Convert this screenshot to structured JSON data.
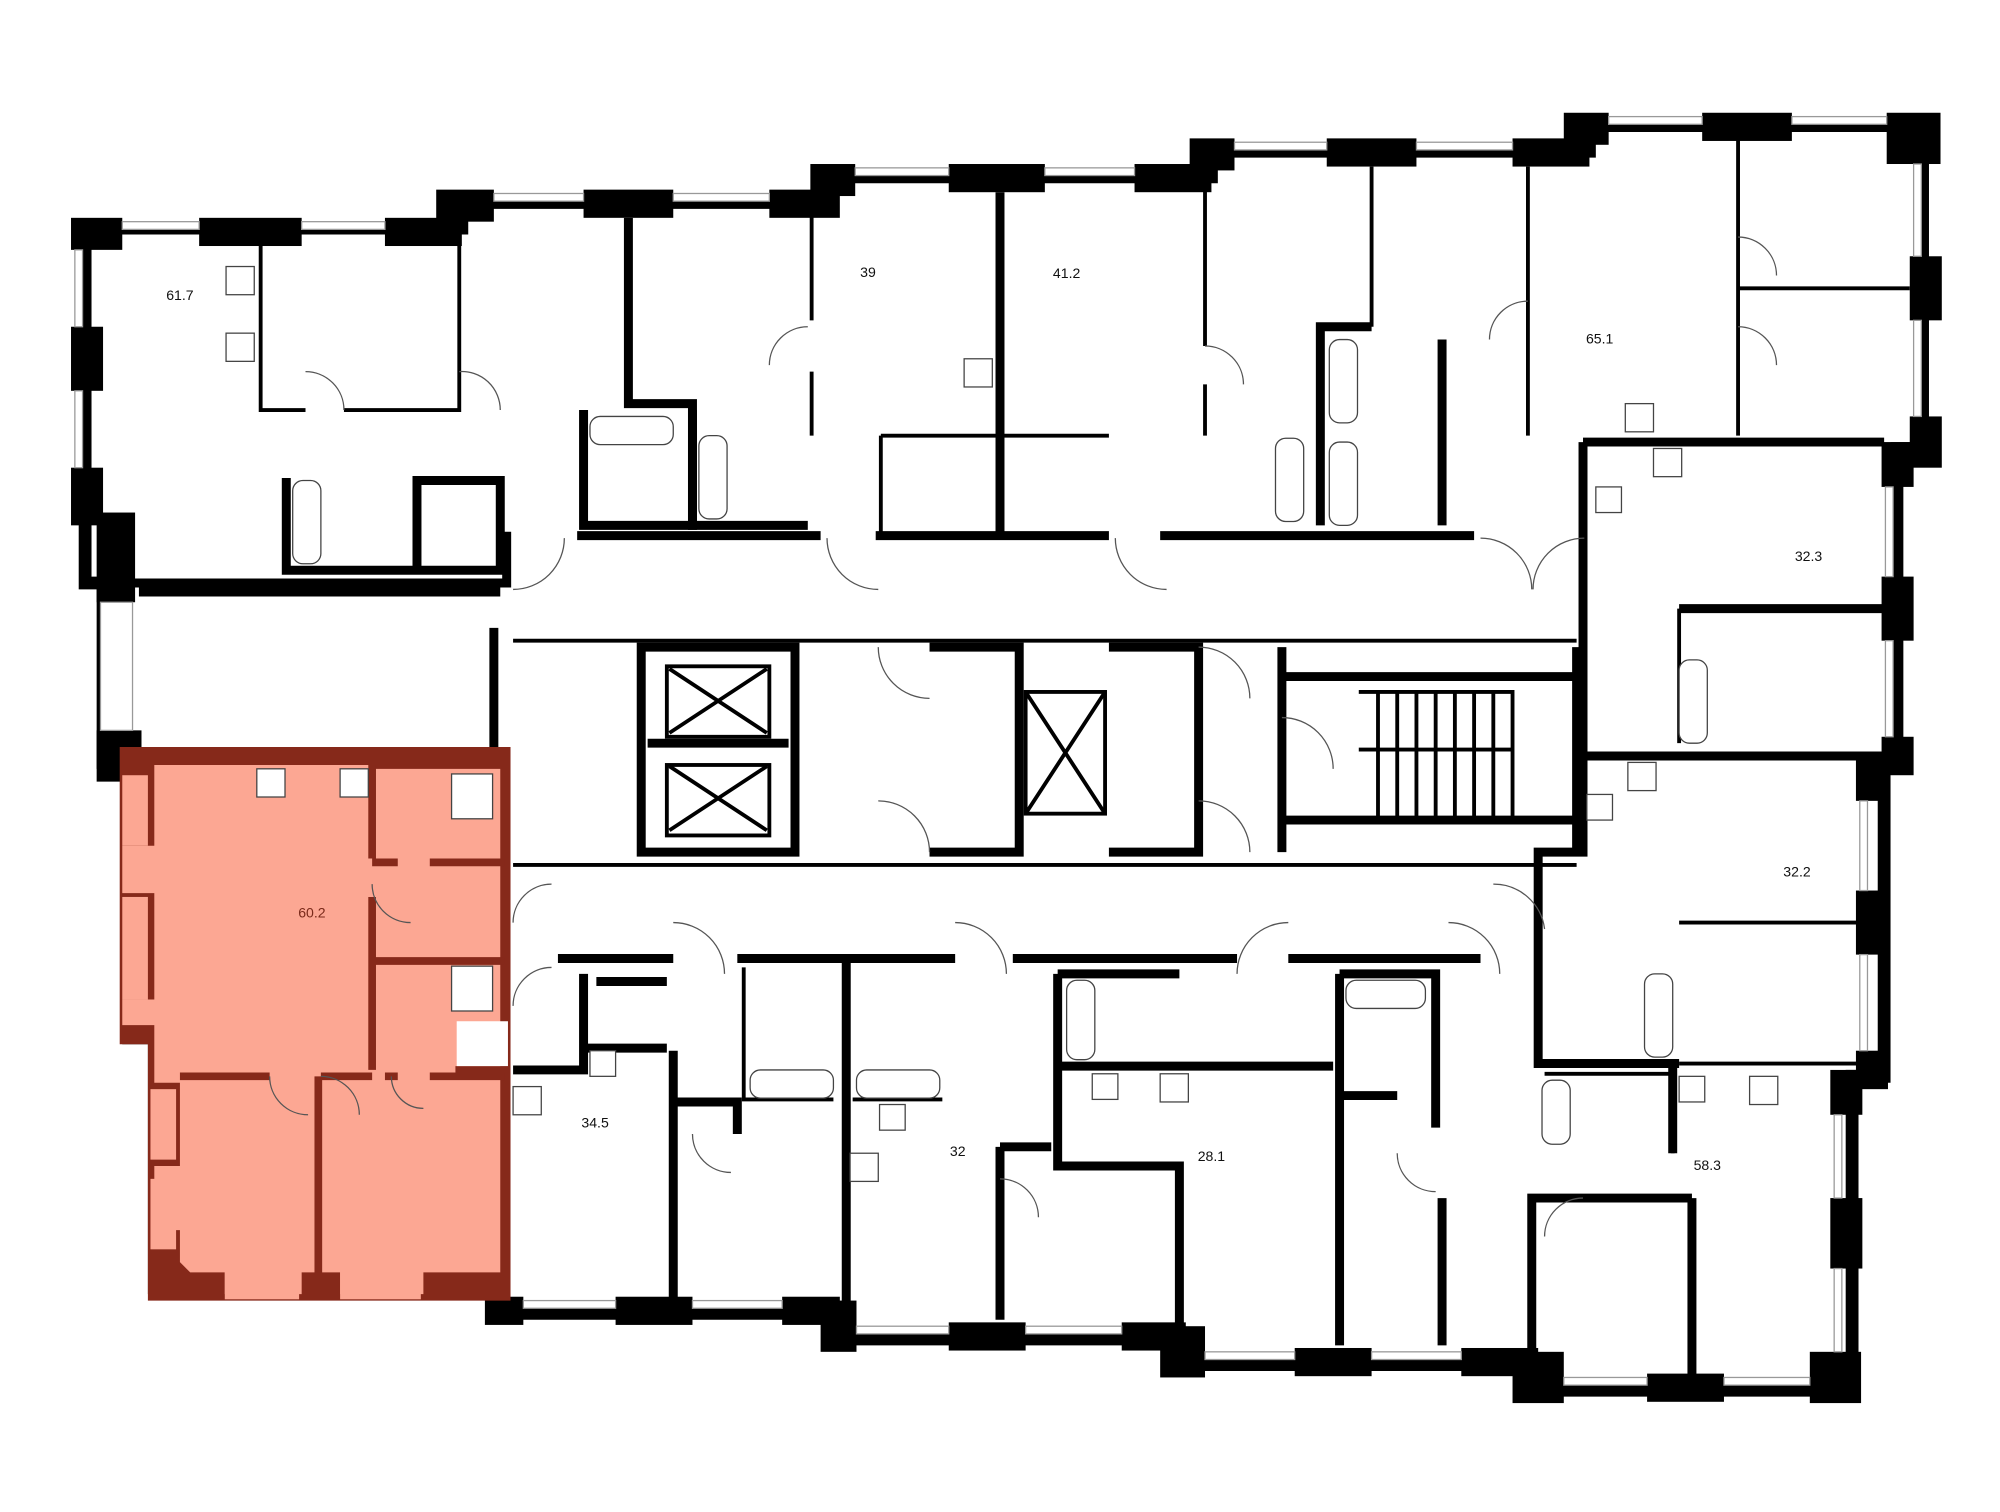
{
  "plan": {
    "highlight_color": "#fca793",
    "highlight_wall_color": "#86291a",
    "units": [
      {
        "id": "u617",
        "area": "61.7"
      },
      {
        "id": "u39",
        "area": "39"
      },
      {
        "id": "u412",
        "area": "41.2"
      },
      {
        "id": "u651",
        "area": "65.1"
      },
      {
        "id": "u323",
        "area": "32.3"
      },
      {
        "id": "u322",
        "area": "32.2"
      },
      {
        "id": "u602",
        "area": "60.2",
        "selected": true
      },
      {
        "id": "u345",
        "area": "34.5"
      },
      {
        "id": "u32",
        "area": "32"
      },
      {
        "id": "u281",
        "area": "28.1"
      },
      {
        "id": "u583",
        "area": "58.3"
      }
    ]
  }
}
